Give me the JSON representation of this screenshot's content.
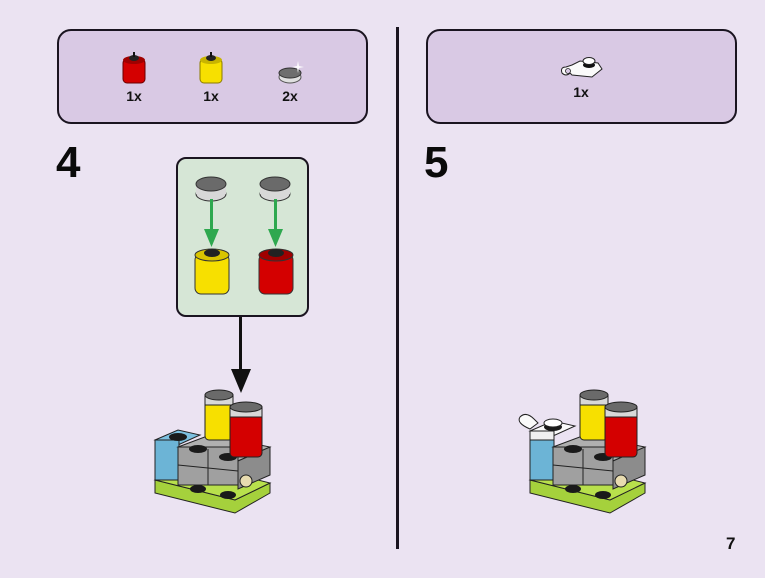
{
  "page": {
    "number": "7",
    "background_color": "#ebe3f2",
    "panel_color": "#d9c9e4",
    "callout_color": "#d6e6d6"
  },
  "steps": [
    {
      "number": "4",
      "parts": [
        {
          "name": "red round brick 1x1",
          "icon": "red-round-brick-icon",
          "color": "#d40000",
          "qty": "1x"
        },
        {
          "name": "yellow round brick 1x1",
          "icon": "yellow-round-brick-icon",
          "color": "#f7e000",
          "qty": "1x"
        },
        {
          "name": "silver round tile 1x1",
          "icon": "silver-round-tile-icon",
          "color": "#8c8c8c",
          "qty": "2x"
        }
      ],
      "callout": {
        "assemblies": [
          {
            "top": "silver round tile",
            "bottom": "yellow round brick"
          },
          {
            "top": "silver round tile",
            "bottom": "red round brick"
          }
        ],
        "arrow_color": "#2ea84f"
      }
    },
    {
      "number": "5",
      "parts": [
        {
          "name": "white plate with clip",
          "icon": "white-clip-plate-icon",
          "color": "#ffffff",
          "qty": "1x"
        }
      ]
    }
  ],
  "colors": {
    "light_blue": "#6cb4d6",
    "gray": "#a0a0a0",
    "lime": "#a5d13c",
    "black": "#1a1a1a"
  }
}
